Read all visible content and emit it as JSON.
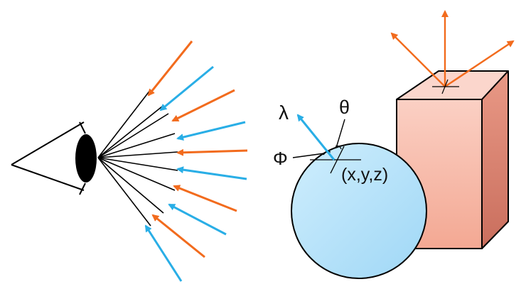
{
  "labels": {
    "lambda": "λ",
    "theta": "θ",
    "phi": "Φ",
    "point": "(x,y,z)"
  },
  "colors": {
    "orange_ray": "#f26b1d",
    "blue_ray": "#29aee6",
    "sphere_fill": "#b7e3fb",
    "box_front": "#f6b5a3",
    "box_side": "#d87d6b",
    "box_top": "#fbd6cc",
    "outline": "#000000"
  },
  "icons": {
    "eye": "eye-icon"
  }
}
